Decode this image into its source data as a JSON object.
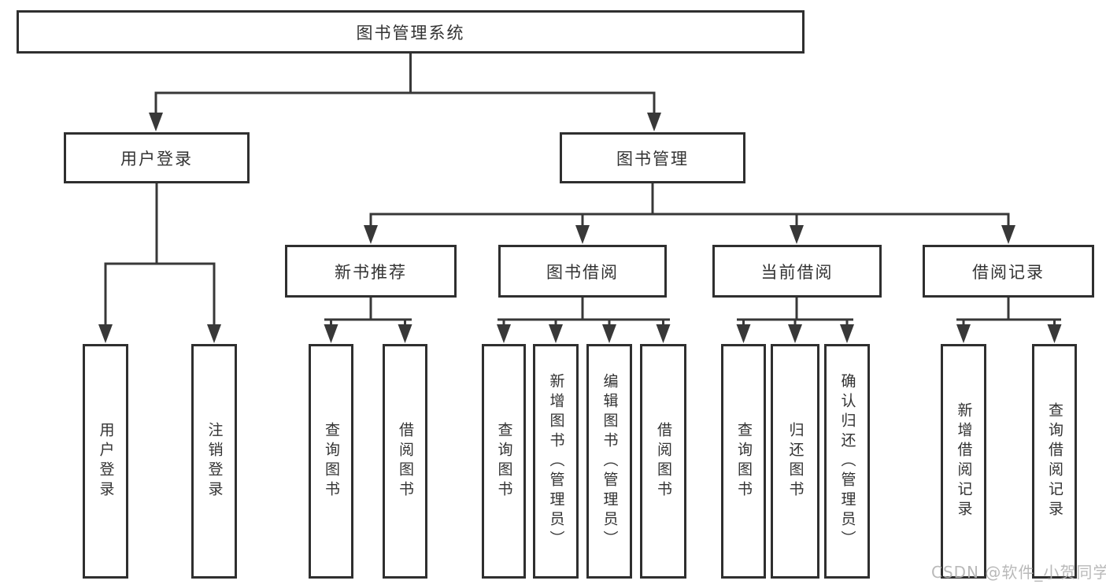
{
  "diagram": {
    "root": {
      "label": "图书管理系统"
    },
    "level2": [
      {
        "label": "用户登录"
      },
      {
        "label": "图书管理"
      }
    ],
    "level3": [
      {
        "label": "新书推荐"
      },
      {
        "label": "图书借阅"
      },
      {
        "label": "当前借阅"
      },
      {
        "label": "借阅记录"
      }
    ],
    "leaves": {
      "user_login": [
        {
          "label": "用户登录"
        },
        {
          "label": "注销登录"
        }
      ],
      "new_book_recommendation": [
        {
          "label": "查询图书"
        },
        {
          "label": "借阅图书"
        }
      ],
      "book_borrowing": [
        {
          "label": "查询图书"
        },
        {
          "label": "新增图书（管理员）"
        },
        {
          "label": "编辑图书（管理员）"
        },
        {
          "label": "借阅图书"
        }
      ],
      "current_borrowing": [
        {
          "label": "查询图书"
        },
        {
          "label": "归还图书"
        },
        {
          "label": "确认归还（管理员）"
        }
      ],
      "borrowing_records": [
        {
          "label": "新增借阅记录"
        },
        {
          "label": "查询借阅记录"
        }
      ]
    },
    "watermark": "CSDN @软件_小贺同学",
    "colors": {
      "line": "#383838",
      "border": "#2f2f2f",
      "text": "#333333",
      "watermark": "#b4b4b4",
      "background": "#ffffff"
    }
  }
}
